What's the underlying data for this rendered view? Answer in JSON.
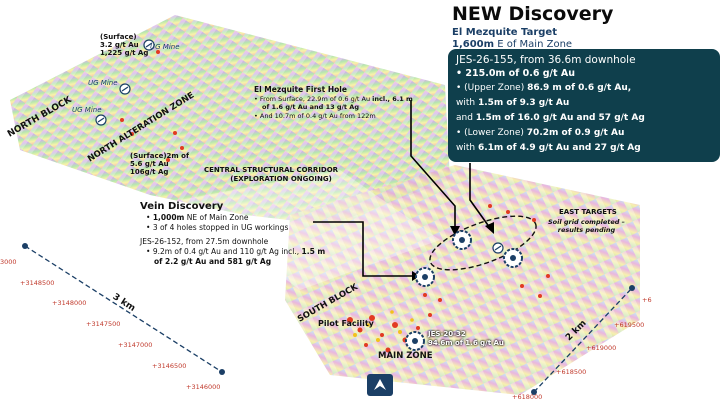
{
  "header": {
    "title": "NEW Discovery",
    "subtitle": "El Mezquite Target",
    "distance_value": "1,600m",
    "distance_rest": " E of Main Zone"
  },
  "callout": {
    "title": "JES-26-155, from 36.6m downhole",
    "line1": "• 215.0m of 0.6 g/t Au",
    "line2_prefix": "•      (Upper Zone) ",
    "line2_bold": "86.9 m of 0.6 g/t Au,",
    "line3_prefix": "with ",
    "line3_bold": "1.5m of 9.3 g/t Au",
    "line4_prefix": "and ",
    "line4_bold": "1.5m of 16.0 g/t Au and 57 g/t Ag",
    "line5_prefix": "•      (Lower Zone) ",
    "line5_bold": "70.2m of 0.9 g/t Au",
    "line6_prefix": "with ",
    "line6_bold": "6.1m of 4.9 g/t Au and 27 g/t Ag"
  },
  "map_labels": {
    "surface_top": "(Surface)",
    "surface_top_au": "3.2 g/t Au",
    "surface_top_ag": "1,225 g/t Ag",
    "ug_mine_1": "UG Mine",
    "ug_mine_2": "UG Mine",
    "ug_mine_3": "UG Mine",
    "north_block": "NORTH BLOCK",
    "north_alteration": "NORTH ALTERATION ZONE",
    "surface_2m": "(Surface)2m of",
    "surface_2m_au": "5.6 g/t Au",
    "surface_2m_ag": "106g/t Ag",
    "central_corridor": "CENTRAL STRUCTURAL CORRIDOR",
    "central_corridor_sub": "(EXPLORATION ONGOING)",
    "south_block": "SOUTH BLOCK",
    "pilot_facility": "Pilot Facility",
    "main_zone": "MAIN ZONE",
    "east_targets": "EAST TARGETS",
    "soil_grid_1": "Soil grid completed –",
    "soil_grid_2": "results pending",
    "jes_20_32": "JES-20-32",
    "jes_20_32_val": "94.6m of 1.6 g/t Au",
    "scale_3km": "3 km",
    "scale_2km": "2 km"
  },
  "first_hole": {
    "title": "El Mezquite First Hole",
    "l1": "From Surface, 22.9m of 0.6 g/t Au ",
    "l1_bold": "incl., 6.1 m",
    "l2_bold": "of 1.6 g/t Au and 13 g/t Ag",
    "l3": "And 10.7m of 0.4 g/t Au from 122m"
  },
  "vein": {
    "title": "Vein Discovery",
    "b1_bold": "1,000m",
    "b1_rest": " NE of Main Zone",
    "b2": "3 of 4 holes stopped in UG workings",
    "hole": "JES-26-152, from 27.5m downhole",
    "b3": "9.2m of 0.4 g/t Au and 110 g/t Ag incl., ",
    "b3_bold": "1.5 m",
    "b4_bold": "of 2.2 g/t Au and 581 g/t Ag"
  },
  "coords_left": [
    "3000",
    "+3148500",
    "+3148000",
    "+3147500",
    "+3147000",
    "+3146500",
    "+3146000"
  ],
  "coords_right": [
    "+6",
    "+619500",
    "+619000",
    "+618500",
    "+618000"
  ],
  "colors": {
    "callout_bg": "#0f3f4c",
    "scale_line": "#c0392b",
    "arrow": "#000000"
  },
  "icons": [
    "north-arrow-icon",
    "drill-target-icon",
    "ug-mine-icon"
  ]
}
